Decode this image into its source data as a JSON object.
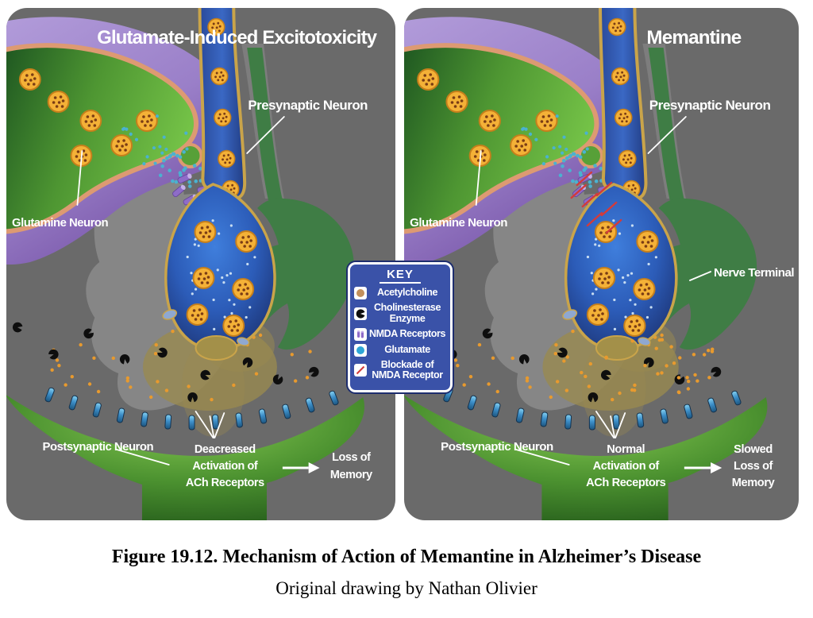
{
  "figure": {
    "caption_title": "Figure 19.12. Mechanism of Action of Memantine in Alzheimer’s Disease",
    "caption_credit": "Original drawing by Nathan Olivier"
  },
  "colors": {
    "panel_background": "#6a6a6a",
    "key_background": "#3a52a8",
    "glutamine_neuron_purple": "#9a7fc8",
    "neuron_green": "#4e9632",
    "presynaptic_blue": "#2c5cb8",
    "membrane_tan": "#c9a44a",
    "acetylcholine_orange": "#e89a2e",
    "glutamate_blue": "#4ab2d0",
    "nmda_purple": "#8e6cc8",
    "blockade_red": "#d23b3b",
    "label_white": "#ffffff"
  },
  "key": {
    "title": "KEY",
    "items": [
      {
        "icon": "acetylcholine-icon",
        "lines": [
          "Acetylcholine"
        ]
      },
      {
        "icon": "cholinesterase-icon",
        "lines": [
          "Cholinesterase",
          "Enzyme"
        ]
      },
      {
        "icon": "nmda-receptors-icon",
        "lines": [
          "NMDA Receptors"
        ]
      },
      {
        "icon": "glutamate-icon",
        "lines": [
          "Glutamate"
        ]
      },
      {
        "icon": "blockade-icon",
        "lines": [
          "Blockade of",
          "NMDA Receptor"
        ]
      }
    ]
  },
  "left_panel": {
    "title": "Glutamate-Induced Excitotoxicity",
    "labels": {
      "presynaptic": "Presynaptic Neuron",
      "glutamine": "Glutamine Neuron",
      "postsynaptic": "Postsynaptic Neuron",
      "activation_lines": [
        "Deacreased",
        "Activation of",
        "ACh Receptors"
      ],
      "outcome_lines": [
        "Loss of",
        "Memory"
      ]
    }
  },
  "right_panel": {
    "title": "Memantine",
    "labels": {
      "presynaptic": "Presynaptic Neuron",
      "glutamine": "Glutamine Neuron",
      "nerve_terminal": "Nerve Terminal",
      "postsynaptic": "Postsynaptic Neuron",
      "activation_lines": [
        "Normal",
        "Activation of",
        "ACh Receptors"
      ],
      "outcome_lines": [
        "Slowed",
        "Loss of",
        "Memory"
      ]
    }
  }
}
